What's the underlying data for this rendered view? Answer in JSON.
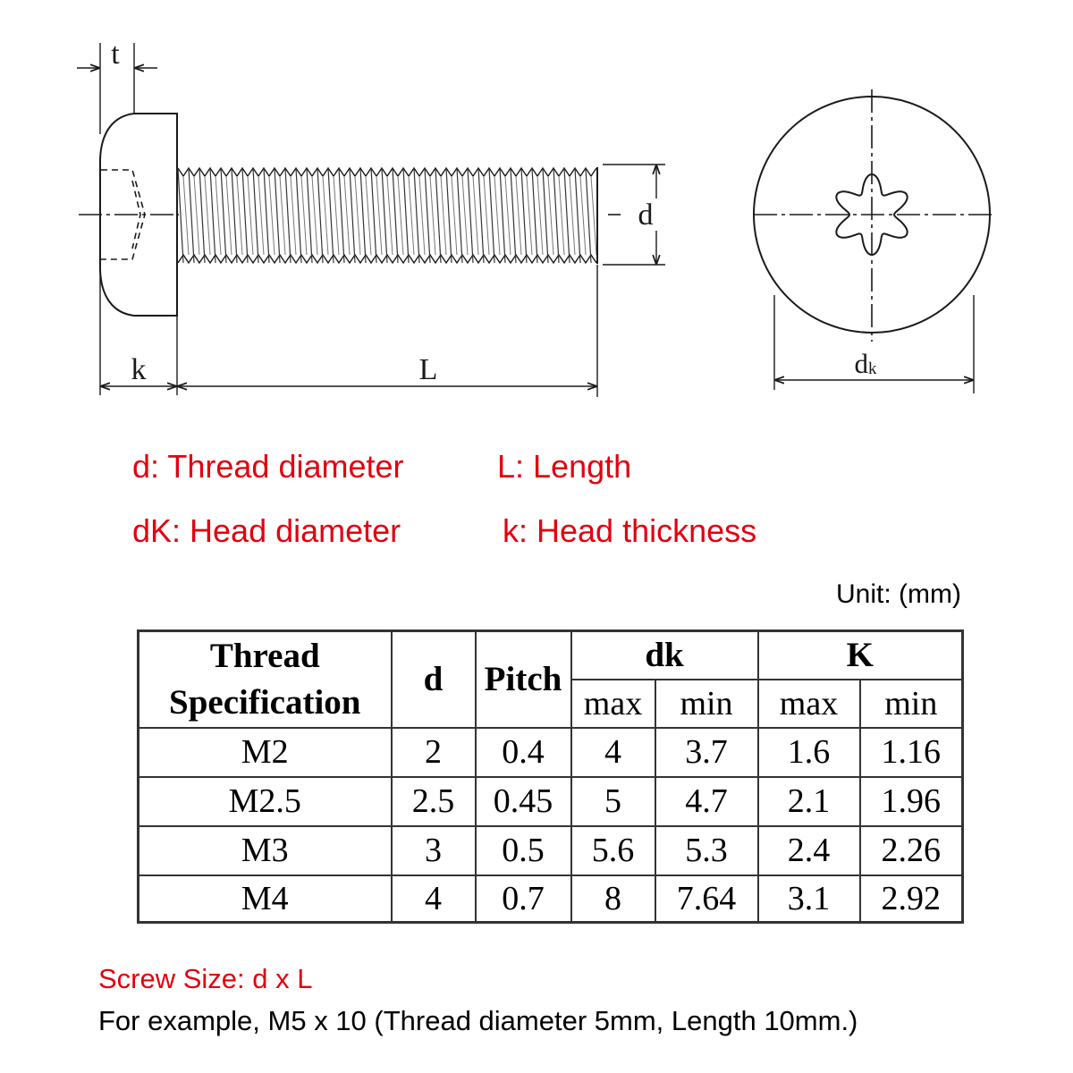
{
  "drawing": {
    "side_view": {
      "t_label": "t",
      "d_label": "d",
      "k_label": "k",
      "L_label": "L"
    },
    "end_view": {
      "dk_label_main": "d",
      "dk_label_sub": "k"
    }
  },
  "legend": {
    "thread_diameter": "d: Thread diameter",
    "length": "L: Length",
    "head_diameter": "dK: Head diameter",
    "head_thickness": "k: Head thickness"
  },
  "unit_label": "Unit: (mm)",
  "table": {
    "header": {
      "thread_spec_line1": "Thread",
      "thread_spec_line2": "Specification",
      "d": "d",
      "pitch": "Pitch",
      "dk": "dk",
      "k": "K",
      "dk_max": "max",
      "dk_min": "min",
      "k_max": "max",
      "k_min": "min"
    },
    "rows": [
      {
        "thread": "M2",
        "d": "2",
        "pitch": "0.4",
        "dk_max": "4",
        "dk_min": "3.7",
        "k_max": "1.6",
        "k_min": "1.16"
      },
      {
        "thread": "M2.5",
        "d": "2.5",
        "pitch": "0.45",
        "dk_max": "5",
        "dk_min": "4.7",
        "k_max": "2.1",
        "k_min": "1.96"
      },
      {
        "thread": "M3",
        "d": "3",
        "pitch": "0.5",
        "dk_max": "5.6",
        "dk_min": "5.3",
        "k_max": "2.4",
        "k_min": "2.26"
      },
      {
        "thread": "M4",
        "d": "4",
        "pitch": "0.7",
        "dk_max": "8",
        "dk_min": "7.64",
        "k_max": "3.1",
        "k_min": "2.92"
      }
    ]
  },
  "footer": {
    "screw_size": "Screw Size: d x L",
    "example": "For example, M5 x 10 (Thread diameter 5mm, Length 10mm.)"
  },
  "colors": {
    "accent_red": "#e3000f",
    "text": "#000000",
    "line": "#1a1a1a",
    "table_border": "#333333"
  }
}
